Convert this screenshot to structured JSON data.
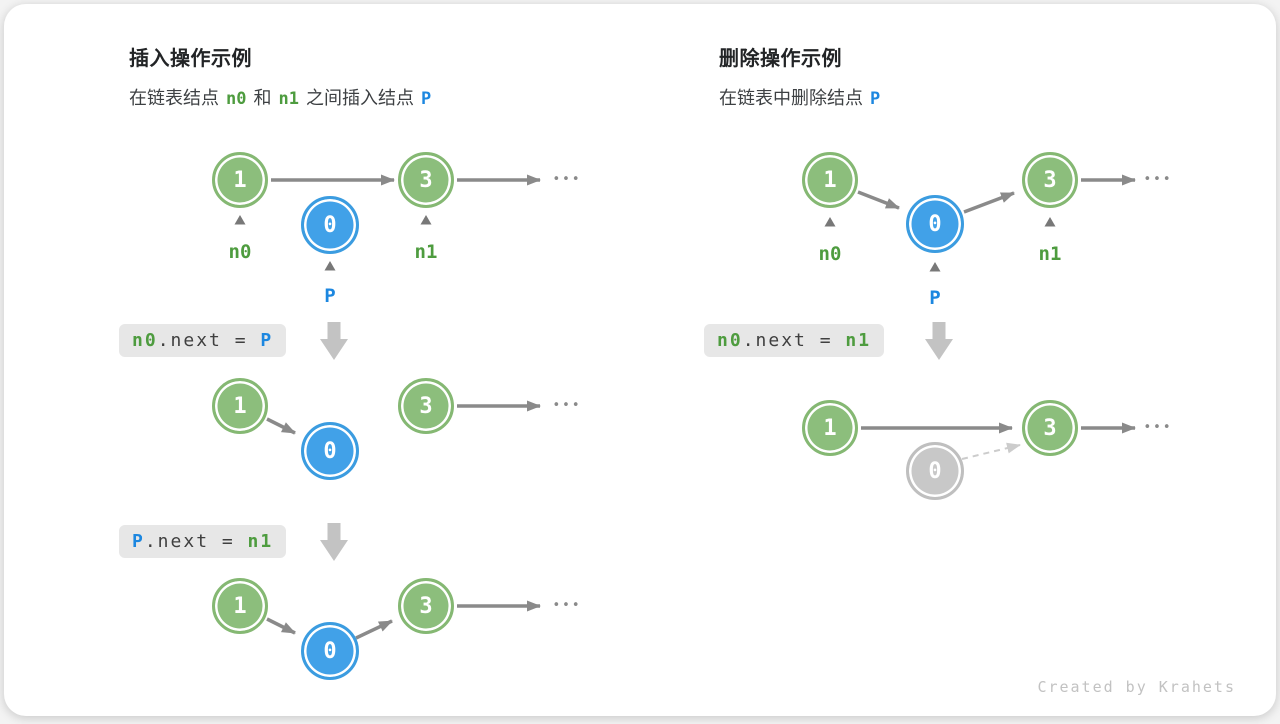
{
  "insert": {
    "title": "插入操作示例",
    "subtitle": {
      "pre": "在链表结点",
      "n0": "n0",
      "mid": "和",
      "n1": "n1",
      "post": "之间插入结点",
      "p": "P"
    },
    "step1": {
      "n1": "1",
      "p": "0",
      "n3": "3",
      "label_n0": "n0",
      "label_n1": "n1",
      "label_p": "P",
      "dots": "•••"
    },
    "code1": {
      "lhs": "n0",
      "op": ".next = ",
      "rhs": "P"
    },
    "step2": {
      "n1": "1",
      "p": "0",
      "n3": "3",
      "dots": "•••"
    },
    "code2": {
      "lhs": "P",
      "op": ".next = ",
      "rhs": "n1"
    },
    "step3": {
      "n1": "1",
      "p": "0",
      "n3": "3",
      "dots": "•••"
    }
  },
  "delete": {
    "title": "删除操作示例",
    "subtitle": {
      "pre": "在链表中删除结点",
      "p": "P"
    },
    "step1": {
      "n1": "1",
      "p": "0",
      "n3": "3",
      "label_n0": "n0",
      "label_n1": "n1",
      "label_p": "P",
      "dots": "•••"
    },
    "code1": {
      "lhs": "n0",
      "op": ".next = ",
      "rhs": "n1"
    },
    "step2": {
      "n1": "1",
      "p": "0",
      "n3": "3",
      "dots": "•••"
    }
  },
  "footer": {
    "credit": "Created by Krahets"
  },
  "colors": {
    "node_green": "#8cbe7c",
    "node_blue": "#41a1e8",
    "node_gray": "#c8c8c8",
    "text_green": "#4e9c3f",
    "text_blue": "#1c87e0",
    "arrow_gray": "#8a8a8a",
    "dashed_gray": "#cccccc",
    "big_arrow_gray": "#c3c3c3",
    "code_bg": "#e7e7e7"
  }
}
